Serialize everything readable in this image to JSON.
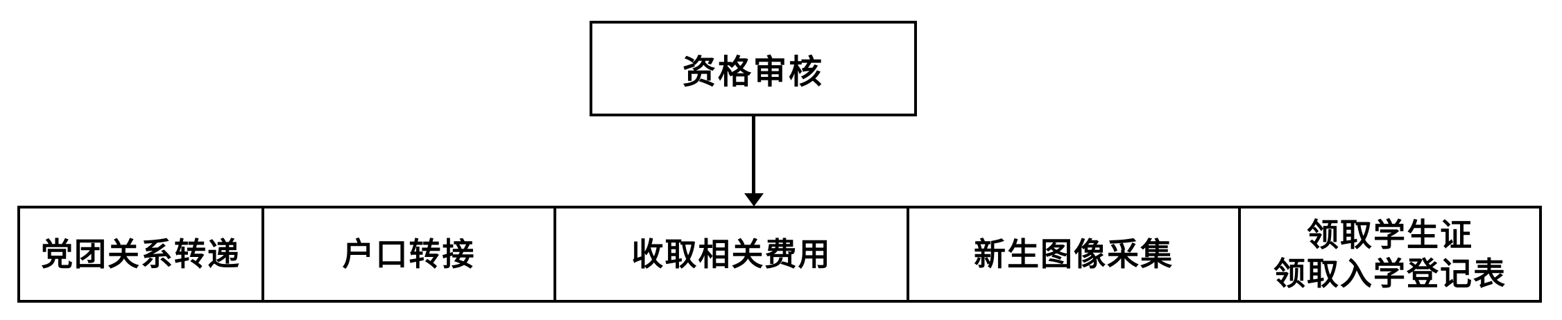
{
  "diagram": {
    "title_box": {
      "label": "资格审核"
    },
    "connector": {
      "type": "arrow-down"
    },
    "steps": [
      {
        "label": "党团关系转递"
      },
      {
        "label": "户口转接"
      },
      {
        "label": "收取相关费用"
      },
      {
        "label": "新生图像采集"
      },
      {
        "lines": [
          "领取学生证",
          "领取入学登记表"
        ]
      }
    ],
    "colors": {
      "background": "#ffffff",
      "line": "#000000",
      "text": "#000000"
    }
  }
}
